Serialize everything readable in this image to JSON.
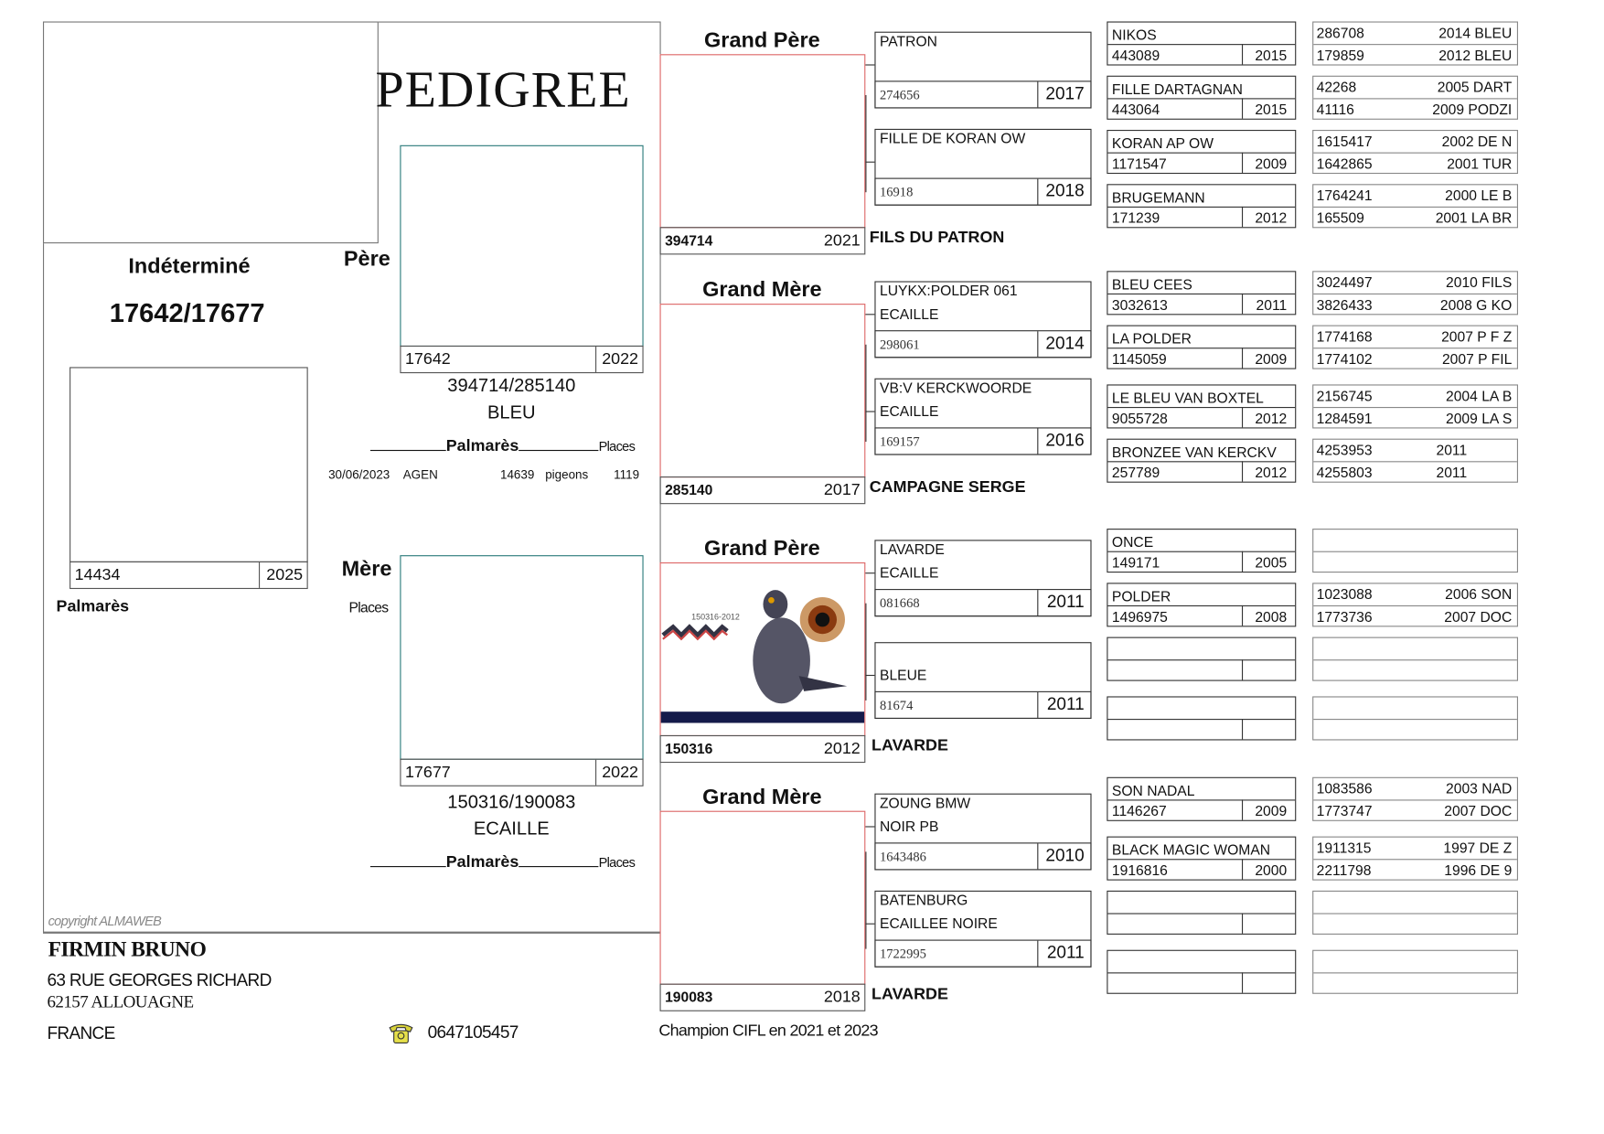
{
  "title": "PEDIGREE",
  "subject": {
    "sex": "Indéterminé",
    "rings": "17642/17677",
    "ring": "14434",
    "year": "2025",
    "palmares_label": "Palmarès"
  },
  "father": {
    "label": "Père",
    "ring": "17642",
    "year": "2022",
    "parents": "394714/285140",
    "color": "BLEU",
    "palmares_label": "Palmarès",
    "places_label": "Places",
    "results": [
      {
        "date": "30/06/2023",
        "race": "AGEN",
        "count": "14639",
        "unit": "pigeons",
        "place": "1119"
      }
    ]
  },
  "mother": {
    "label": "Mère",
    "places_label": "Places",
    "ring": "17677",
    "year": "2022",
    "parents": "150316/190083",
    "color": "ECAILLE",
    "palmares_label": "Palmarès",
    "places_label2": "Places"
  },
  "copyright": "copyright ALMAWEB",
  "owner": {
    "name": "FIRMIN BRUNO",
    "address1": "63 RUE GEORGES RICHARD",
    "address2": "62157 ALLOUAGNE",
    "country": "FRANCE",
    "phone": "0647105457",
    "phone_icon": "telephone-icon",
    "note": "Champion CIFL en 2021 et 2023"
  },
  "grandparents": [
    {
      "title": "Grand Père",
      "ring": "394714",
      "year": "2021",
      "name": "FILS DU PATRON"
    },
    {
      "title": "Grand Mère",
      "ring": "285140",
      "year": "2017",
      "name": "CAMPAGNE SERGE"
    },
    {
      "title": "Grand Père",
      "ring": "150316",
      "year": "2012",
      "name": "LAVARDE",
      "has_photo": true
    },
    {
      "title": "Grand Mère",
      "ring": "190083",
      "year": "2018",
      "name": "LAVARDE"
    }
  ],
  "gen3": [
    {
      "lines": [
        "PATRON",
        ""
      ],
      "ring": "274656",
      "year": "2017"
    },
    {
      "lines": [
        "FILLE DE KORAN OW",
        ""
      ],
      "ring": "16918",
      "year": "2018"
    },
    {
      "lines": [
        "LUYKX:POLDER 061",
        "ECAILLE"
      ],
      "ring": "298061",
      "year": "2014"
    },
    {
      "lines": [
        "VB:V KERCKWOORDE",
        "ECAILLE"
      ],
      "ring": "169157",
      "year": "2016"
    },
    {
      "lines": [
        "LAVARDE",
        "ECAILLE"
      ],
      "ring": "081668",
      "year": "2011"
    },
    {
      "lines": [
        "",
        "BLEUE"
      ],
      "ring": "81674",
      "year": "2011"
    },
    {
      "lines": [
        "ZOUNG BMW",
        "NOIR PB"
      ],
      "ring": "1643486",
      "year": "2010"
    },
    {
      "lines": [
        "BATENBURG",
        "ECAILLEE NOIRE"
      ],
      "ring": "1722995",
      "year": "2011"
    }
  ],
  "gen4": [
    {
      "name": "NIKOS",
      "ring": "443089",
      "year": "2015"
    },
    {
      "name": "FILLE DARTAGNAN",
      "ring": "443064",
      "year": "2015"
    },
    {
      "name": "KORAN AP OW",
      "ring": "1171547",
      "year": "2009"
    },
    {
      "name": "BRUGEMANN",
      "ring": "171239",
      "year": "2012"
    },
    {
      "name": "BLEU CEES",
      "ring": "3032613",
      "year": "2011"
    },
    {
      "name": "LA POLDER",
      "ring": "1145059",
      "year": "2009"
    },
    {
      "name": "LE BLEU VAN BOXTEL",
      "ring": "9055728",
      "year": "2012"
    },
    {
      "name": "BRONZEE VAN KERCKV",
      "ring": "257789",
      "year": "2012"
    },
    {
      "name": "ONCE",
      "ring": "149171",
      "year": "2005"
    },
    {
      "name": "POLDER",
      "ring": "1496975",
      "year": "2008"
    },
    {
      "name": "",
      "ring": "",
      "year": ""
    },
    {
      "name": "",
      "ring": "",
      "year": ""
    },
    {
      "name": "SON NADAL",
      "ring": "1146267",
      "year": "2009"
    },
    {
      "name": "BLACK MAGIC WOMAN",
      "ring": "1916816",
      "year": "2000"
    },
    {
      "name": "",
      "ring": "",
      "year": ""
    },
    {
      "name": "",
      "ring": "",
      "year": ""
    }
  ],
  "gen5": [
    [
      [
        "286708",
        "2014 BLEU"
      ],
      [
        "179859",
        "2012 BLEU"
      ]
    ],
    [
      [
        "42268",
        "2005 DART"
      ],
      [
        "41116",
        "2009 PODZI"
      ]
    ],
    [
      [
        "1615417",
        "2002 DE N"
      ],
      [
        "1642865",
        "2001 TUR"
      ]
    ],
    [
      [
        "1764241",
        "2000 LE B"
      ],
      [
        "165509",
        "2001 LA BR"
      ]
    ],
    [
      [
        "3024497",
        "2010 FILS"
      ],
      [
        "3826433",
        "2008 G KO"
      ]
    ],
    [
      [
        "1774168",
        "2007 P F Z"
      ],
      [
        "1774102",
        "2007 P FIL"
      ]
    ],
    [
      [
        "2156745",
        "2004 LA B"
      ],
      [
        "1284591",
        "2009 LA S"
      ]
    ],
    [
      [
        "4253953",
        "2011"
      ],
      [
        "4255803",
        "2011"
      ]
    ],
    [
      [
        "",
        ""
      ],
      [
        "",
        ""
      ]
    ],
    [
      [
        "1023088",
        "2006 SON"
      ],
      [
        "1773736",
        "2007 DOC"
      ]
    ],
    [
      [
        "",
        ""
      ],
      [
        "",
        ""
      ]
    ],
    [
      [
        "",
        ""
      ],
      [
        "",
        ""
      ]
    ],
    [
      [
        "1083586",
        "2003 NAD"
      ],
      [
        "1773747",
        "2007 DOC"
      ]
    ],
    [
      [
        "1911315",
        "1997 DE Z"
      ],
      [
        "2211798",
        "1996 DE 9"
      ]
    ],
    [
      [
        "",
        ""
      ],
      [
        "",
        ""
      ]
    ],
    [
      [
        "",
        ""
      ],
      [
        "",
        ""
      ]
    ]
  ]
}
